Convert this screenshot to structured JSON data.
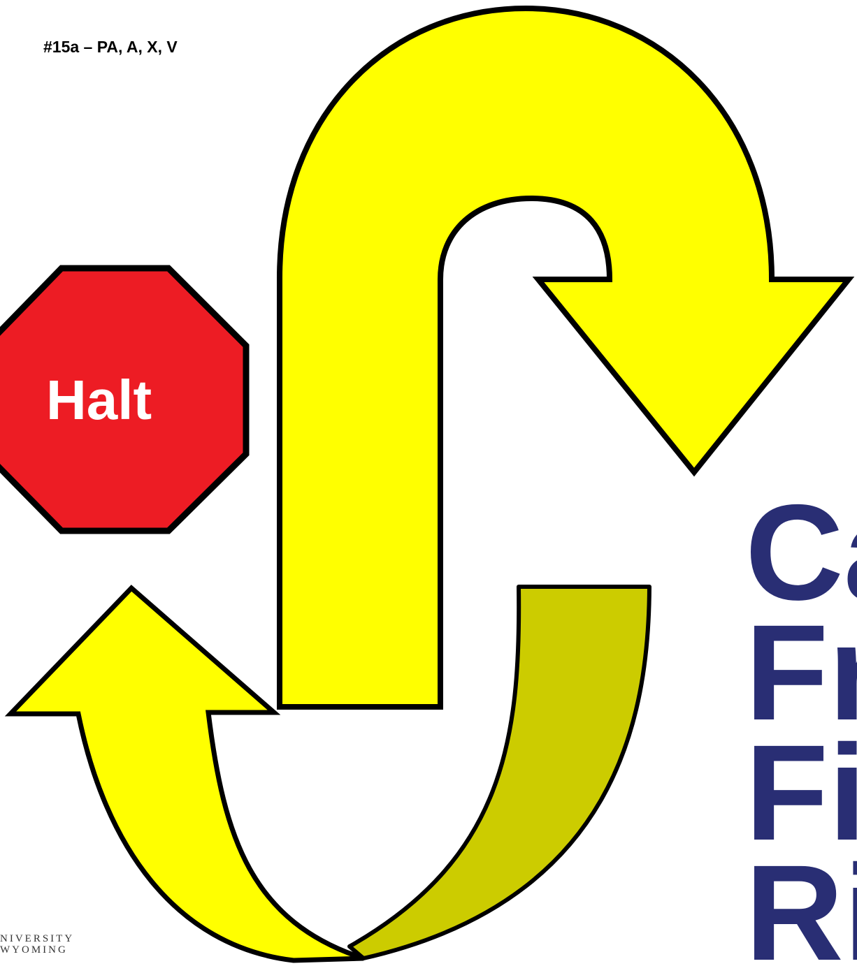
{
  "slide": {
    "code": "#15a – PA, A, X, V",
    "sign_text": "Halt",
    "title_lines": [
      "Ca",
      "Fr",
      "Fi",
      "Ri"
    ],
    "logo_lines": [
      "NIVERSITY",
      "WYOMING"
    ]
  },
  "colors": {
    "arrow_fill": "#ffff00",
    "arrow_shade": "#cccc00",
    "outline": "#000000",
    "sign_fill": "#ed1c24",
    "title_text": "#292e74"
  },
  "icons": {
    "arrow": "curved-arrow-icon",
    "sign": "stop-sign-icon"
  }
}
